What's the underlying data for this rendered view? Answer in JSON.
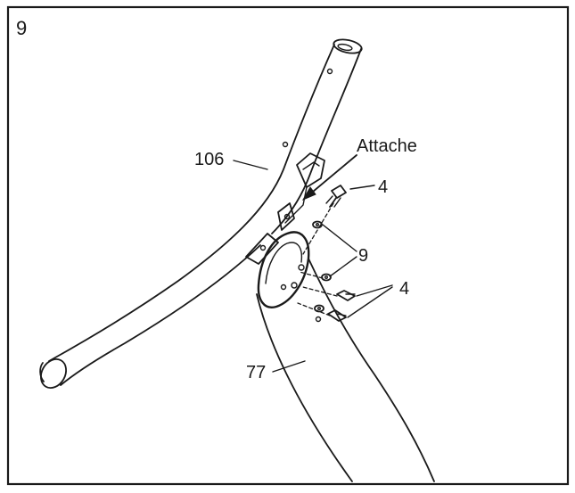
{
  "step_number": "9",
  "labels": {
    "part_106": "106",
    "part_77": "77",
    "attache": "Attache",
    "screw_top": "4",
    "washers": "9",
    "screws_bottom": "4"
  },
  "colors": {
    "ink": "#1a1a1a",
    "paper": "#ffffff"
  }
}
